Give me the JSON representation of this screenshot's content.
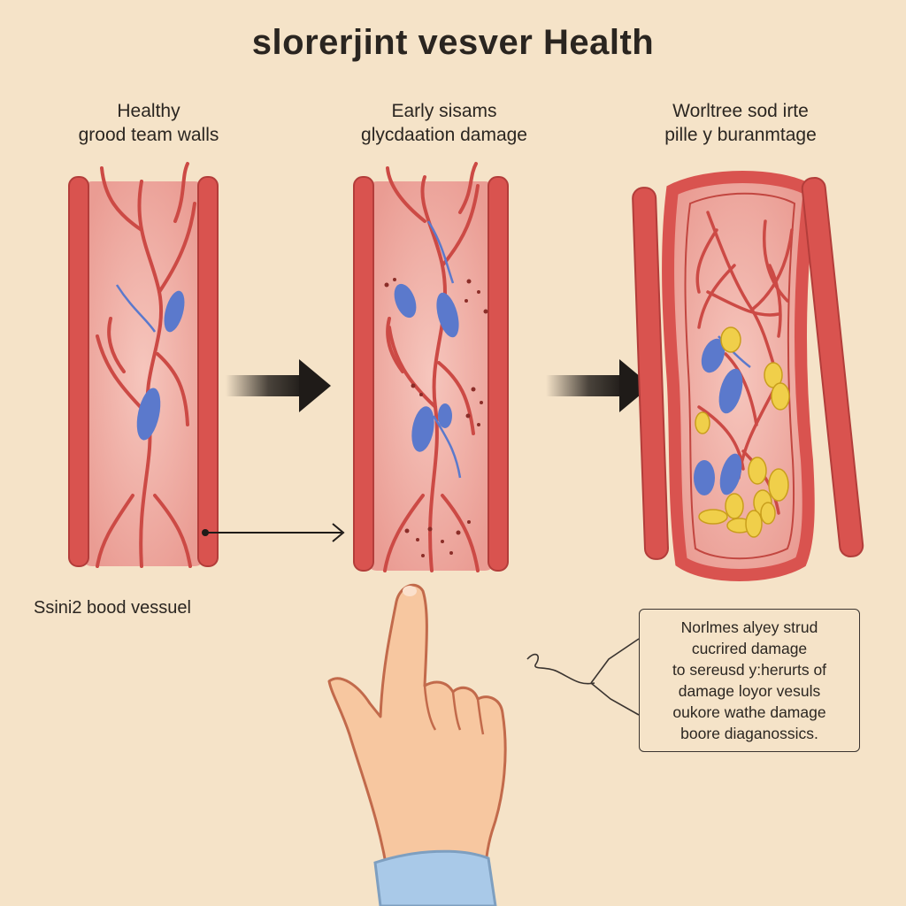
{
  "title": "slorerjint vesver Health",
  "stages": [
    {
      "name": "Healthy",
      "detail": "grood team walls"
    },
    {
      "name": "Early sisams",
      "detail": "glycdaation damage"
    },
    {
      "name": "Worltree sod irte",
      "detail": "pille y buranmtage"
    }
  ],
  "vessel_caption": "Ssini2 bood vessuel",
  "note": {
    "lines": [
      "Norlmes alyey strud",
      "cucrired damage",
      "to sereusd y:herurts of",
      "damage loyor vesuls",
      "oukore wathe damage",
      "boore diaganossics."
    ]
  },
  "colors": {
    "background": "#f5e3c8",
    "vessel_wall": "#d9534f",
    "vessel_inner": "#efa8a0",
    "blood_cell": "#5b79cc",
    "plaque": "#f0cf4a",
    "arrow": "#1f1b18",
    "skin": "#f7c7a0",
    "sleeve": "#a9c9e8"
  },
  "icons": [
    "right-arrow-icon",
    "pointing-hand-icon"
  ]
}
